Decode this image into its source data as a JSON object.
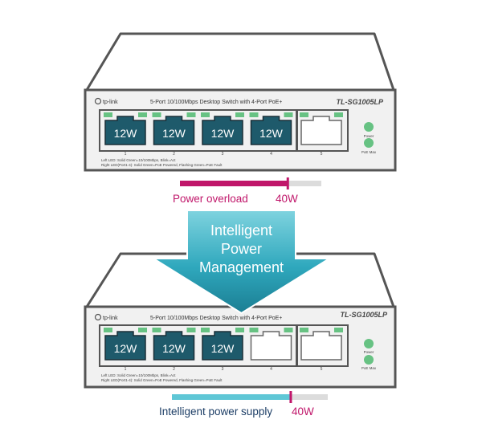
{
  "switch_top": {
    "brand": "tp-link",
    "description": "5-Port 10/100Mbps Desktop Switch with 4-Port PoE+",
    "model": "TL-SG1005LP",
    "ports": [
      {
        "number": "1",
        "label": "12W",
        "active": true
      },
      {
        "number": "2",
        "label": "12W",
        "active": true
      },
      {
        "number": "3",
        "label": "12W",
        "active": true
      },
      {
        "number": "4",
        "label": "12W",
        "active": true
      },
      {
        "number": "5",
        "label": "",
        "active": false
      }
    ],
    "led_legend_line1": "Left LED: Solid Green=10/100Mbps, Blink=Act",
    "led_legend_line2": "Right LED(Port1-4): Solid Green=PoE Powered, Flashing Green=PoE Fault",
    "power_led_label": "Power",
    "poe_max_label": "PoE Max"
  },
  "overload_bar": {
    "label": "Power overload",
    "limit": "40W",
    "usage_fraction": 0.76,
    "fill_color": "#c0166a"
  },
  "arrow": {
    "line1": "Intelligent",
    "line2": "Power",
    "line3": "Management",
    "color": "#2aa8bd"
  },
  "switch_bottom": {
    "brand": "tp-link",
    "description": "5-Port 10/100Mbps Desktop Switch with 4-Port PoE+",
    "model": "TL-SG1005LP",
    "ports": [
      {
        "number": "1",
        "label": "12W",
        "active": true
      },
      {
        "number": "2",
        "label": "12W",
        "active": true
      },
      {
        "number": "3",
        "label": "12W",
        "active": true
      },
      {
        "number": "4",
        "label": "",
        "active": false
      },
      {
        "number": "5",
        "label": "",
        "active": false
      }
    ],
    "led_legend_line1": "Left LED: Solid Green=10/100Mbps, Blink=Act",
    "led_legend_line2": "Right LED(Port1-4): Solid Green=PoE Powered, Flashing Green=PoE Fault",
    "power_led_label": "Power",
    "poe_max_label": "PoE Max"
  },
  "supply_bar": {
    "label": "Intelligent power supply",
    "limit": "40W",
    "usage_fraction": 0.76,
    "fill_color": "#5fc7d6"
  },
  "colors": {
    "port_active": "#1e5a6b",
    "led_green": "#67c283",
    "outline": "#555555"
  }
}
